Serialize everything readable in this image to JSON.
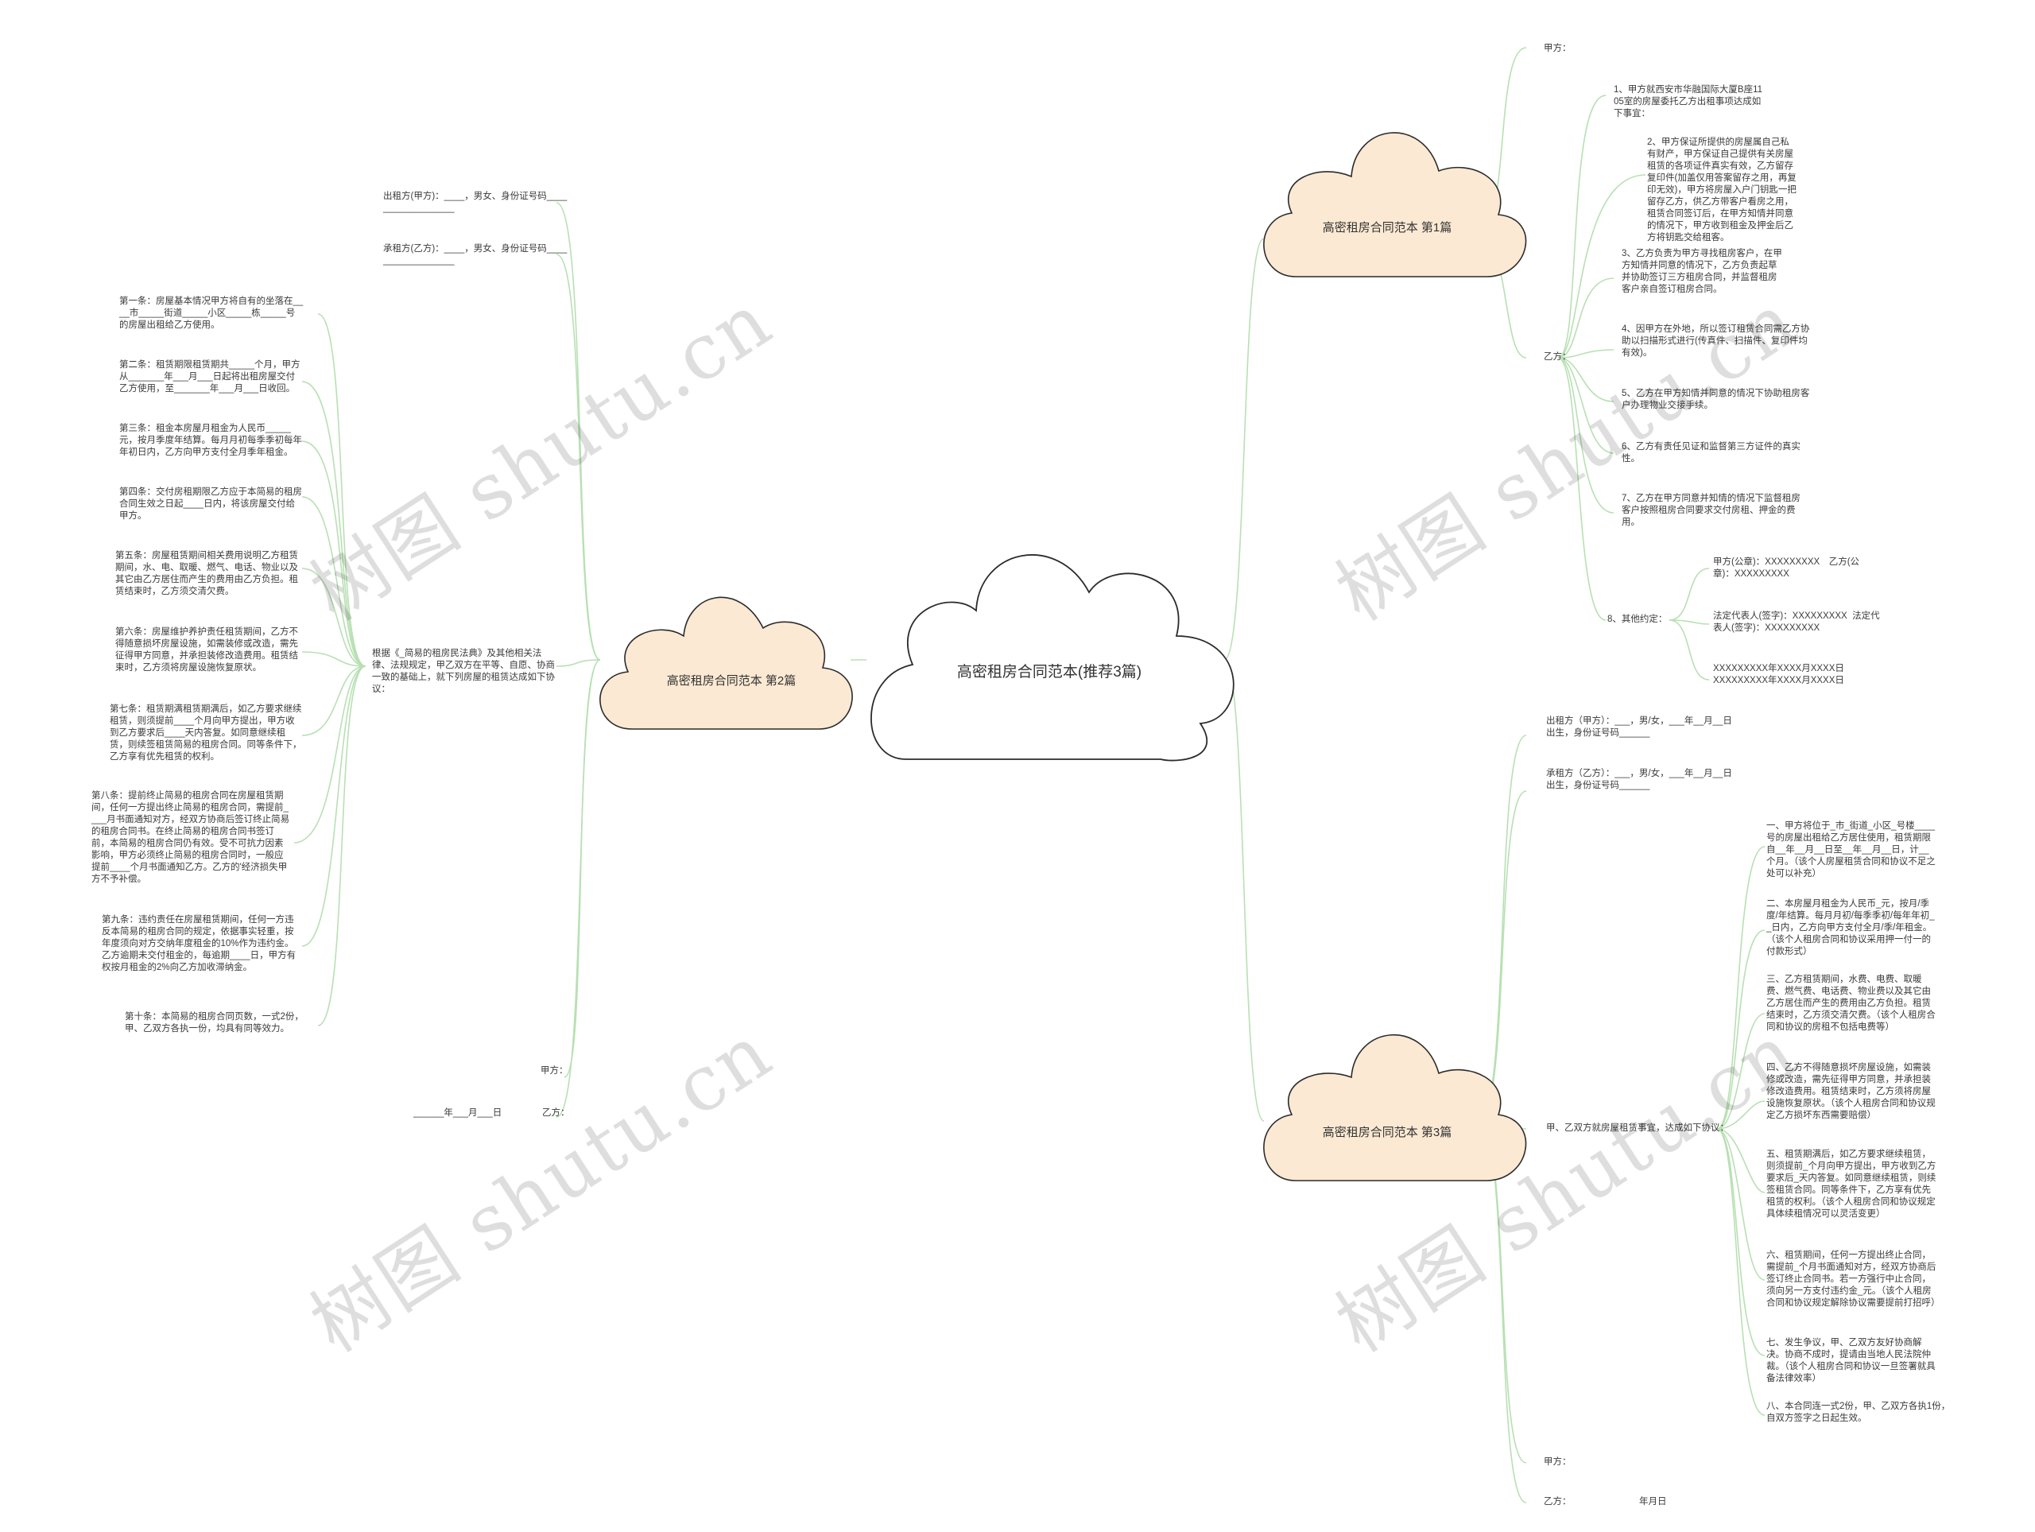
{
  "center": {
    "title": "高密租房合同范本(推荐3篇)"
  },
  "branch1": {
    "title": "高密租房合同范本 第1篇",
    "jia": "甲方：",
    "yi": "乙方：",
    "items": [
      "1、甲方就西安市华融国际大厦B座1105室的房屋委托乙方出租事项达成如下事宜：",
      "2、甲方保证所提供的房屋属自己私有财产，甲方保证自己提供有关房屋租赁的各项证件真实有效，乙方留存复印件(加盖仅用答案留存之用，再复印无效)，甲方将房屋入户门钥匙一把留存乙方，供乙方带客户看房之用，租赁合同签订后，在甲方知情并同意的情况下，甲方收到租金及押金后乙方将钥匙交给租客。",
      "3、乙方负责为甲方寻找租房客户，在甲方知情并同意的情况下，乙方负责起草并协助签订三方租房合同，并监督租房客户亲自签订租房合同。",
      "4、因甲方在外地，所以签订租赁合同需乙方协助以扫描形式进行(传真件、扫描件、复印件均有效)。",
      "5、乙方在甲方知情并同意的情况下协助租房客户办理物业交接手续。",
      "6、乙方有责任见证和监督第三方证件的真实性。",
      "7、乙方在甲方同意并知情的情况下监督租房客户按照租房合同要求交付房租、押金的费用。"
    ],
    "item8": {
      "label": "8、其他约定：",
      "subs": [
        "甲方(公章)：XXXXXXXXX　乙方(公章)：XXXXXXXXX",
        "法定代表人(签字)：XXXXXXXXX  法定代表人(签字)：XXXXXXXXX",
        "XXXXXXXXX年XXXX月XXXX日\nXXXXXXXXX年XXXX月XXXX日"
      ]
    }
  },
  "branch2": {
    "title": "高密租房合同范本 第2篇",
    "chuzufang": "出租方(甲方)：____，男女、身份证号码____\n______________",
    "chengzufang": "承租方(乙方)：____，男女、身份证号码____\n______________",
    "genju": "根据《_简易的租房民法典》及其他相关法律、法规规定，甲乙双方在平等、自愿、协商一致的基础上，就下列房屋的租赁达成如下协议：",
    "clauses": [
      "第一条：房屋基本情况甲方将自有的坐落在____市_____街道_____小区_____栋_____号的房屋出租给乙方使用。",
      "第二条：租赁期限租赁期共_____个月，甲方从_______年___月___日起将出租房屋交付乙方使用，至_______年___月___日收回。",
      "第三条：租金本房屋月租金为人民币_____元，按月季度年结算。每月月初每季季初每年年初日内，乙方向甲方支付全月季年租金。",
      "第四条：交付房租期限乙方应于本简易的租房合同生效之日起____日内，将该房屋交付给甲方。",
      "第五条：房屋租赁期间相关费用说明乙方租赁期间，水、电、取暖、燃气、电话、物业以及其它由乙方居住而产生的费用由乙方负担。租赁结束时，乙方须交清欠费。",
      "第六条：房屋维护养护责任租赁期间，乙方不得随意损坏房屋设施，如需装修或改造，需先征得甲方同意，并承担装修改造费用。租赁结束时，乙方须将房屋设施恢复原状。",
      "第七条：租赁期满租赁期满后，如乙方要求继续租赁，则须提前____个月向甲方提出，甲方收到乙方要求后____天内答复。如同意继续租赁，则续签租赁简易的租房合同。同等条件下，乙方享有优先租赁的权利。",
      "第八条：提前终止简易的租房合同在房屋租赁期间，任何一方提出终止简易的租房合同，需提前____月书面通知对方，经双方协商后签订终止简易的租房合同书。在终止简易的租房合同书签订前，本简易的租房合同仍有效。受不可抗力因素影响，甲方必须终止简易的租房合同时，一般应提前____个月书面通知乙方。乙方的'经济损失甲方不予补偿。",
      "第九条：违约责任在房屋租赁期间，任何一方违反本简易的租房合同的规定，依据事实轻重，按年度须向对方交纳年度租金的10%作为违约金。乙方逾期未交付租金的，每逾期____日，甲方有权按月租金的2%向乙方加收滞纳金。",
      "第十条：本简易的租房合同页数，一式2份，甲、乙双方各执一份，均具有同等效力。"
    ],
    "jia": "甲方：",
    "date": "______年___月___日",
    "yi": "乙方："
  },
  "branch3": {
    "title": "高密租房合同范本 第3篇",
    "chuzufang": "出租方（甲方）：___，男/女，___年__月__日出生，身份证号码______",
    "chengzufang": "承租方（乙方）：___，男/女，___年__月__日出生，身份证号码______",
    "shixiang": "甲、乙双方就房屋租赁事宜，达成如下协议：",
    "items": [
      "一、甲方将位于_市_街道_小区_号楼____号的房屋出租给乙方居住使用，租赁期限自__年__月__日至__年__月__日，计__个月。（该个人房屋租赁合同和协议不足之处可以补充）",
      "二、本房屋月租金为人民币_元，按月/季度/年结算。每月月初/每季季初/每年年初__日内，乙方向甲方支付全月/季/年租金。（该个人租房合同和协议采用押一付一的付款形式）",
      "三、乙方租赁期间，水费、电费、取暖费、燃气费、电话费、物业费以及其它由乙方居住而产生的费用由乙方负担。租赁结束时，乙方须交清欠费。（该个人租房合同和协议的房租不包括电费等）",
      "四、乙方不得随意损坏房屋设施，如需装修或改造，需先征得甲方同意，并承担装修改造费用。租赁结束时，乙方须将房屋设施恢复原状。（该个人租房合同和协议规定乙方损坏东西需要赔偿）",
      "五、租赁期满后，如乙方要求继续租赁，则须提前_个月向甲方提出，甲方收到乙方要求后_天内答复。如同意继续租赁，则续签租赁合同。同等条件下，乙方享有优先租赁的权利。（该个人租房合同和协议规定具体续租情况可以灵活变更）",
      "六、租赁期间，任何一方提出终止合同，需提前_个月书面通知对方，经双方协商后签订终止合同书。若一方强行中止合同，须向另一方支付违约金_元。（该个人租房合同和协议规定解除协议需要提前打招呼）",
      "七、发生争议，甲、乙双方友好协商解决。协商不成时，提请由当地人民法院仲裁。（该个人租房合同和协议一旦签署就具备法律效率）"
    ],
    "last": "八、本合同连一式2份，甲、乙双方各执1份，自双方签字之日起生效。",
    "jia": "甲方：",
    "yi": "乙方：",
    "date": "年月日"
  },
  "watermark": "树图 shutu.cn",
  "colors": {
    "line": "#b8e0b3",
    "cloud_fill": "#fbe9d3",
    "cloud_stroke": "#2b2b2b",
    "center_fill": "#ffffff"
  }
}
